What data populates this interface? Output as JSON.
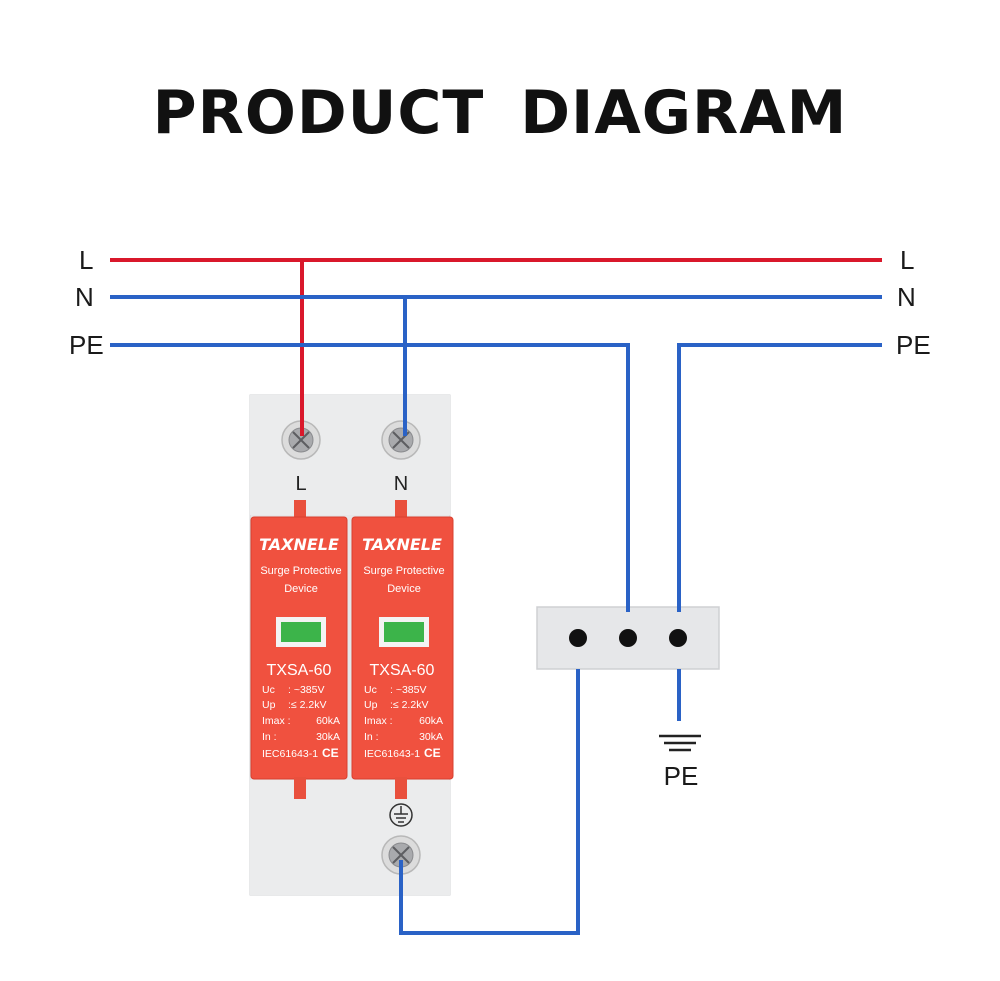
{
  "title": "PRODUCT  DIAGRAM",
  "lines": {
    "l": "L",
    "n": "N",
    "pe": "PE"
  },
  "colors": {
    "live": "#d9182b",
    "neutral": "#2a62c6",
    "module": "#f0513f",
    "housing": "#e6e7e9",
    "indicator": "#3cb44a"
  },
  "device": {
    "terminal_l": "L",
    "terminal_n": "N",
    "modules": [
      {
        "brand": "TAXNELE",
        "desc_line1": "Surge Protective",
        "desc_line2": "Device",
        "model": "TXSA-60",
        "specs": [
          {
            "k": "Uc",
            "v": ":  ~385V"
          },
          {
            "k": "Up",
            "v": ":≤ 2.2kV"
          },
          {
            "k": "Imax :",
            "v": "60kA"
          },
          {
            "k": "In    :",
            "v": "30kA"
          }
        ],
        "standard": "IEC61643-1",
        "mark": "CE"
      },
      {
        "brand": "TAXNELE",
        "desc_line1": "Surge Protective",
        "desc_line2": "Device",
        "model": "TXSA-60",
        "specs": [
          {
            "k": "Uc",
            "v": ":  ~385V"
          },
          {
            "k": "Up",
            "v": ":≤ 2.2kV"
          },
          {
            "k": "Imax :",
            "v": "60kA"
          },
          {
            "k": "In    :",
            "v": "30kA"
          }
        ],
        "standard": "IEC61643-1",
        "mark": "CE"
      }
    ],
    "ground_symbol": "protective-earth-icon"
  },
  "ground_label": "PE"
}
